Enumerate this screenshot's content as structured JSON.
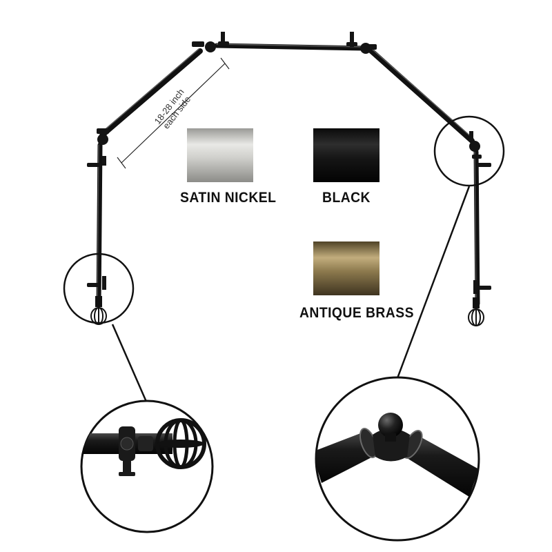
{
  "product": {
    "dimension_label": {
      "line1": "18-28 inch",
      "line2": "each side"
    },
    "finishes": [
      {
        "label": "SATIN NICKEL",
        "color": "#c9c9c4",
        "highlight": "#f1f1ee",
        "shade": "#8f8f8a"
      },
      {
        "label": "BLACK",
        "color": "#151515",
        "highlight": "#3a3a3a",
        "shade": "#050505"
      },
      {
        "label": "ANTIQUE BRASS",
        "color": "#8a7548",
        "highlight": "#cdb98a",
        "shade": "#4a3d22"
      }
    ],
    "colors": {
      "rod": "#1b1b1b",
      "rod_highlight": "#5a5a5a",
      "callout_line": "#111111"
    },
    "callouts": [
      {
        "name": "finial-detail",
        "icon": "cage-finial-icon"
      },
      {
        "name": "corner-connector-detail",
        "icon": "elbow-connector-icon"
      }
    ]
  }
}
